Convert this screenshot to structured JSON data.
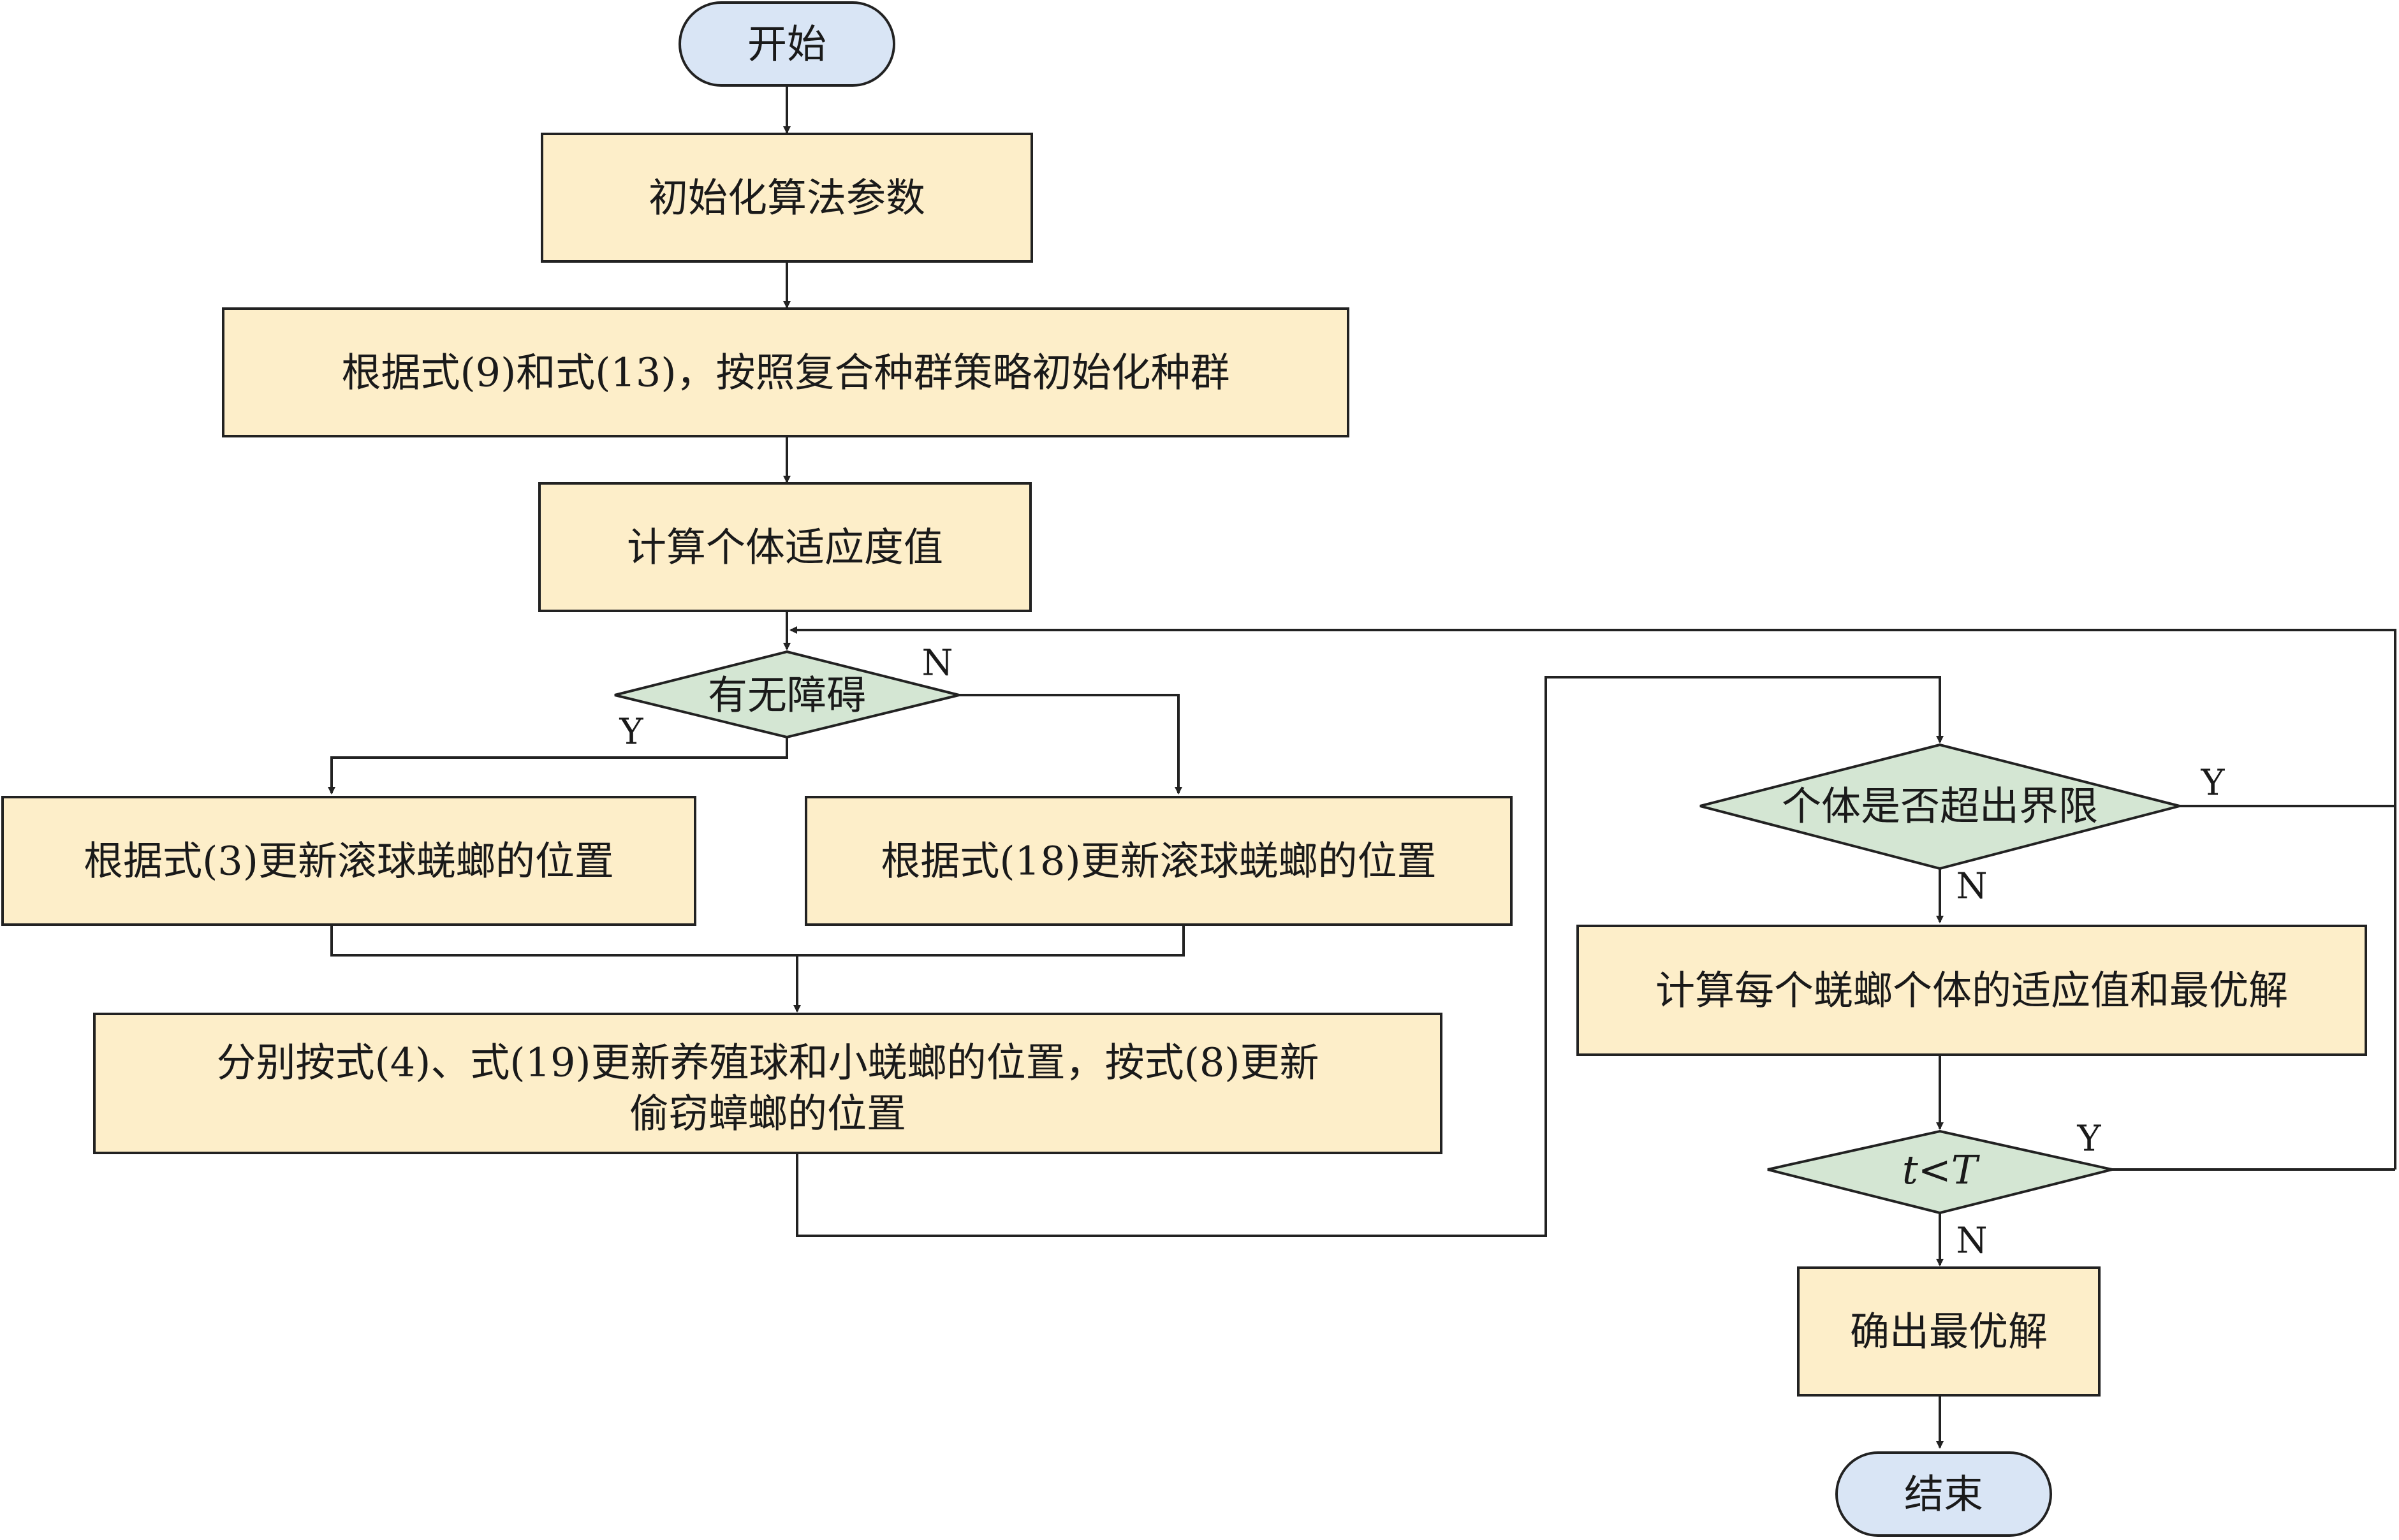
{
  "nodes": {
    "start": "开始",
    "init_params": "初始化算法参数",
    "init_pop": "根据式(9)和式(13)，按照复合种群策略初始化种群",
    "calc_fitness": "计算个体适应度值",
    "obstacle": "有无障碍",
    "update_eq3": "根据式(3)更新滚球蜣螂的位置",
    "update_eq18": "根据式(18)更新滚球蜣螂的位置",
    "update_others_line1": "分别按式(4)、式(19)更新养殖球和小蜣螂的位置，按式(8)更新",
    "update_others_line2": "偷窃蟑螂的位置",
    "bound_check": "个体是否超出界限",
    "calc_best": "计算每个蜣螂个体的适应值和最优解",
    "loop_t": "t",
    "loop_lt": "<",
    "loop_T": "T",
    "output": "确出最优解",
    "end": "结束"
  },
  "edge_labels": {
    "obstacle_yes": "Y",
    "obstacle_no": "N",
    "bound_yes": "Y",
    "bound_no": "N",
    "loop_yes": "Y",
    "loop_no": "N"
  }
}
